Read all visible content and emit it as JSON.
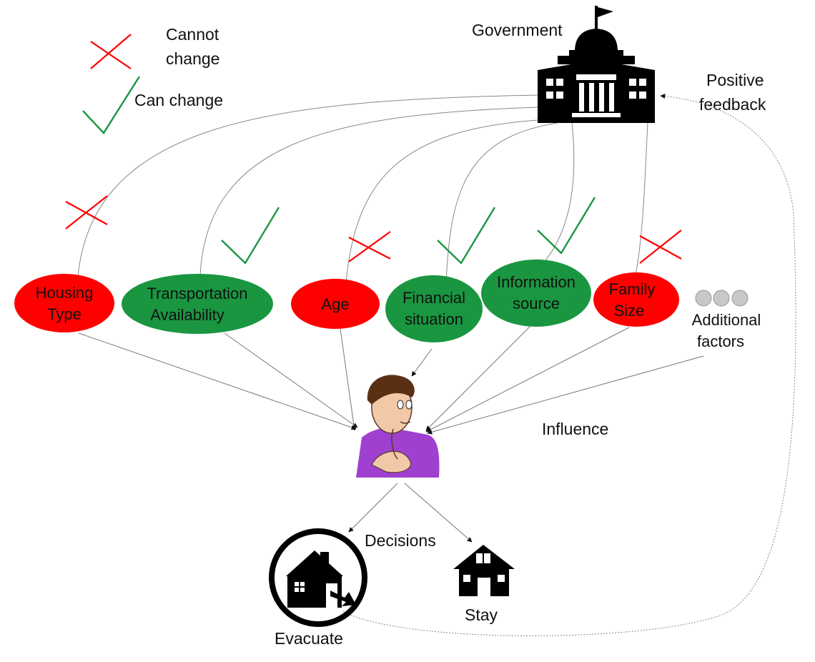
{
  "legend": {
    "cannot_change_line1": "Cannot",
    "cannot_change_line2": "change",
    "can_change": "Can change"
  },
  "government": {
    "label": "Government"
  },
  "feedback": {
    "line1": "Positive",
    "line2": "feedback"
  },
  "factors": [
    {
      "line1": "Housing",
      "line2": "Type",
      "changeable": false,
      "color": "#ff0000"
    },
    {
      "line1": "Transportation",
      "line2": "Availability",
      "changeable": true,
      "color": "#1a9641"
    },
    {
      "line1": "Age",
      "line2": "",
      "changeable": false,
      "color": "#ff0000"
    },
    {
      "line1": "Financial",
      "line2": "situation",
      "changeable": true,
      "color": "#1a9641"
    },
    {
      "line1": "Information",
      "line2": "source",
      "changeable": true,
      "color": "#1a9641"
    },
    {
      "line1": "Family",
      "line2": "Size",
      "changeable": false,
      "color": "#ff0000"
    }
  ],
  "additional": {
    "line1": "Additional",
    "line2": "factors"
  },
  "influence": {
    "label": "Influence"
  },
  "decisions": {
    "label": "Decisions"
  },
  "outcomes": {
    "evacuate": "Evacuate",
    "stay": "Stay"
  },
  "colors": {
    "red": "#ff0000",
    "green": "#1a9641",
    "grey_dot": "#c8c8c8",
    "edge": "#777777"
  }
}
